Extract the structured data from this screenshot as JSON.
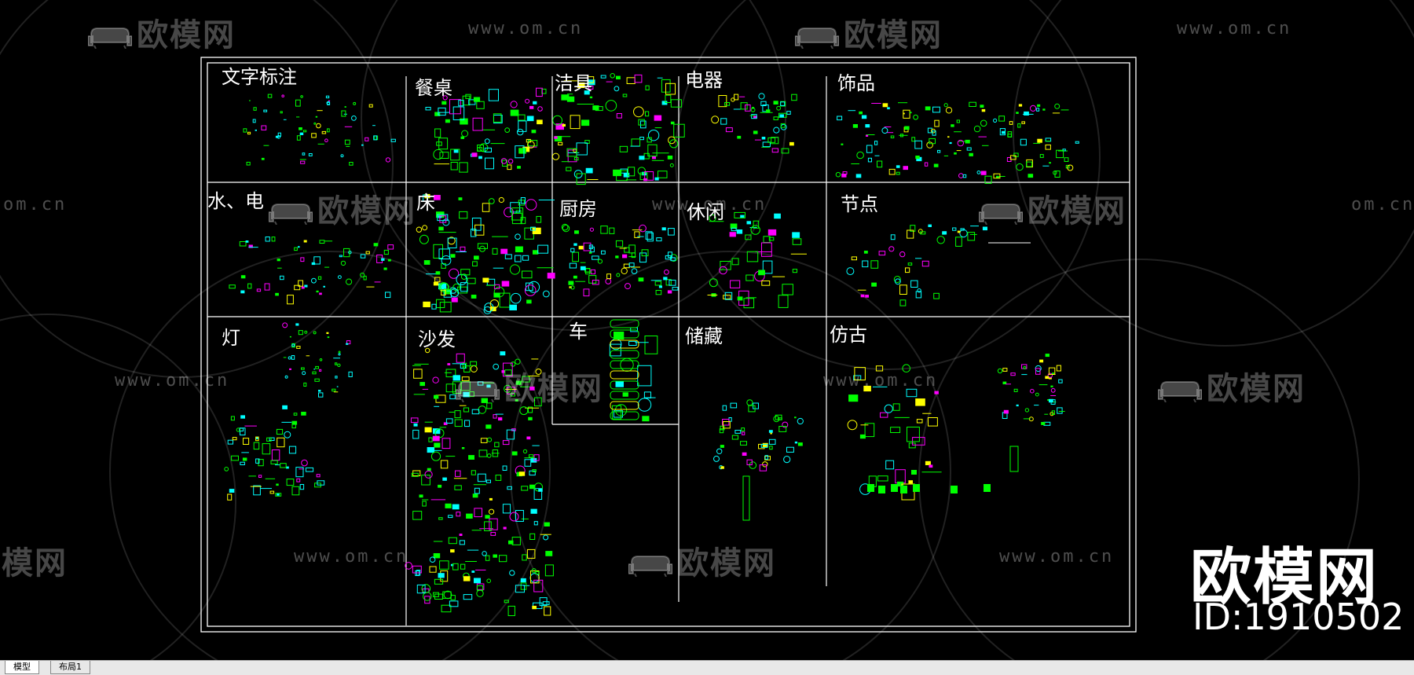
{
  "sections": [
    {
      "label": "文字标注"
    },
    {
      "label": "餐桌"
    },
    {
      "label": "洁具"
    },
    {
      "label": "电器"
    },
    {
      "label": "饰品"
    },
    {
      "label": "水、电"
    },
    {
      "label": "床"
    },
    {
      "label": "厨房"
    },
    {
      "label": "休闲"
    },
    {
      "label": "节点"
    },
    {
      "label": "灯"
    },
    {
      "label": "沙发"
    },
    {
      "label": "车"
    },
    {
      "label": "储藏"
    },
    {
      "label": "仿古"
    }
  ],
  "watermark": {
    "logo_text": "欧模网",
    "url_text": "www.om.cn",
    "url_partial": "om.cn",
    "logo_partial_left": "欧模网",
    "logo_partial_right": "欧模网",
    "logo_cut_text": "欧模网"
  },
  "brand": {
    "name": "欧模网",
    "id": "ID:1910502"
  },
  "tabs": [
    {
      "label": "模型"
    },
    {
      "label": "布局1"
    }
  ],
  "colors": {
    "background": "#000000",
    "frame": "#ffffff",
    "symbol_green": "#00ff00",
    "symbol_cyan": "#00ffff",
    "symbol_yellow": "#ffff00",
    "symbol_magenta": "#ff00ff"
  }
}
